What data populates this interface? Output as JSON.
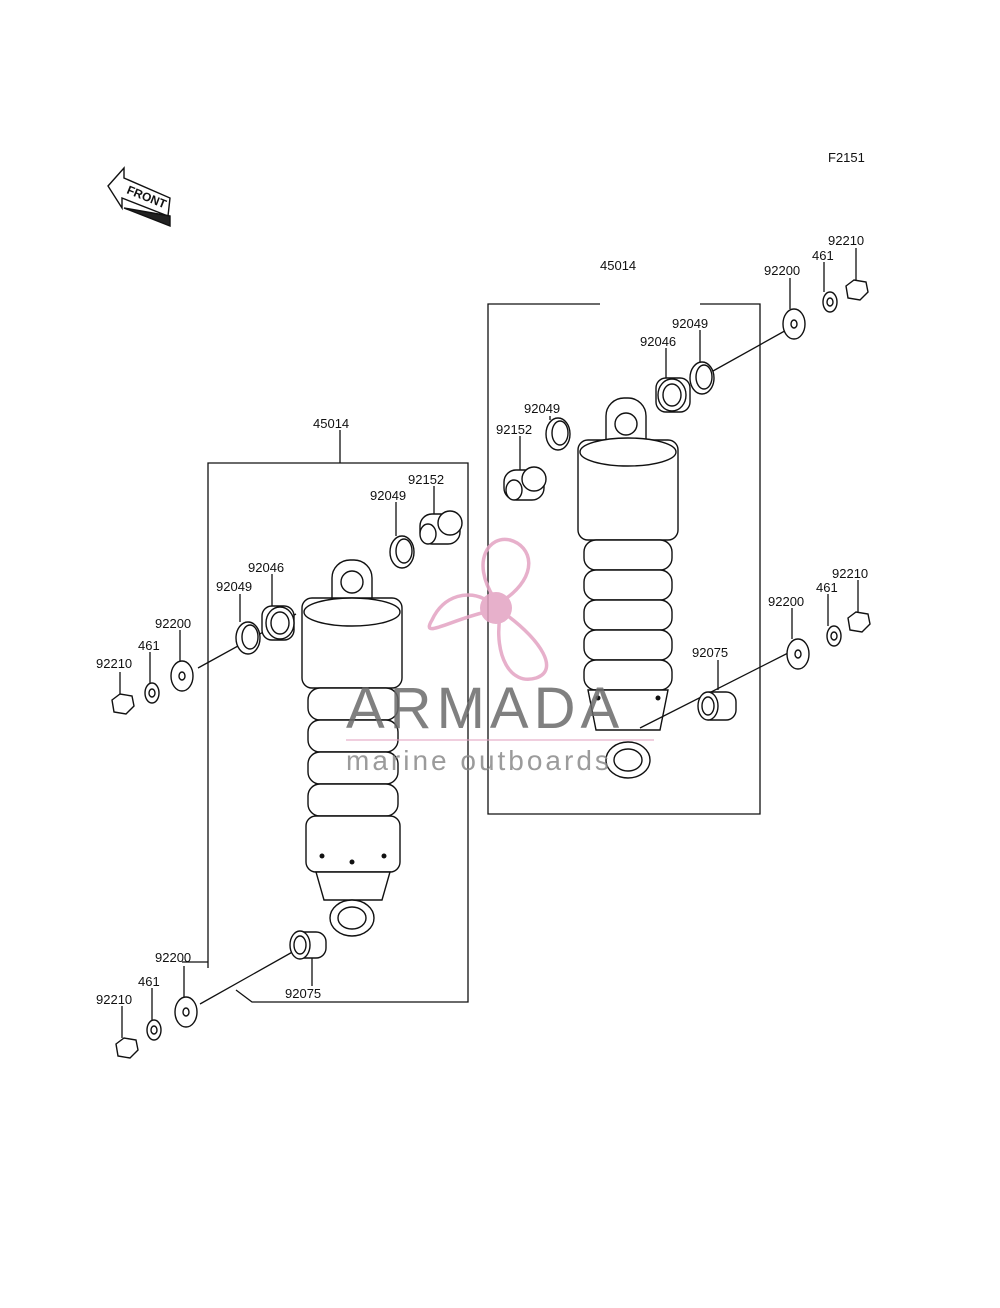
{
  "figure_code": "F2151",
  "front_label": "FRONT",
  "watermark": {
    "name": "ARMADA",
    "tagline": "marine outboards"
  },
  "assemblies": {
    "left": {
      "assembly": "45014",
      "top_bushing": "92152",
      "top_seal_outer": "92049",
      "top_bearing": "92046",
      "top_seal_inner": "92049",
      "top_washer": "92200",
      "top_lock_washer": "461",
      "top_nut": "92210",
      "bottom_washer": "92200",
      "bottom_lock_washer": "461",
      "bottom_nut": "92210",
      "bottom_collar": "92075"
    },
    "right": {
      "assembly": "45014",
      "top_nut": "92210",
      "top_lock_washer": "461",
      "top_washer": "92200",
      "top_seal_outer": "92049",
      "top_bearing": "92046",
      "top_seal_inner": "92049",
      "top_bushing": "92152",
      "bottom_nut": "92210",
      "bottom_lock_washer": "461",
      "bottom_washer": "92200",
      "bottom_collar": "92075"
    }
  },
  "colors": {
    "line": "#111111",
    "watermark_pink": "#e3a3c3",
    "watermark_gray": "#6a6a6a"
  }
}
